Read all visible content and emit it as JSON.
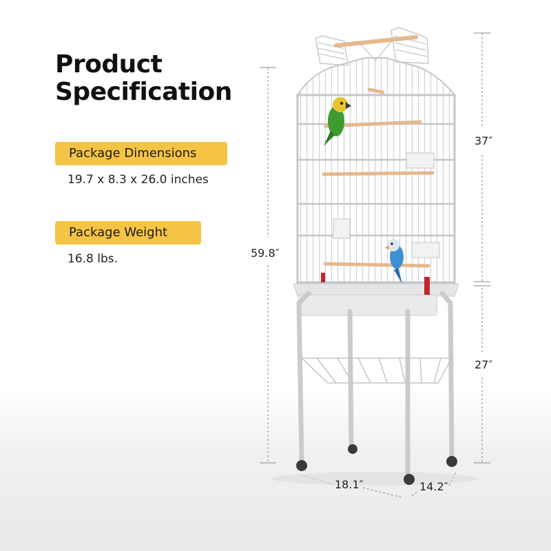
{
  "heading": {
    "line1": "Product",
    "line2": "Specification"
  },
  "specs": [
    {
      "label": "Package Dimensions",
      "value": "19.7 x 8.3 x 26.0 inches"
    },
    {
      "label": "Package Weight",
      "value": "16.8 lbs."
    }
  ],
  "dimensions": {
    "total_height": "59.8″",
    "cage_height": "37″",
    "stand_height": "27″",
    "width": "18.1″",
    "depth": "14.2″"
  },
  "colors": {
    "badge": "#f6c445",
    "cage": "#e8e8e8",
    "frame": "#c9cbcd",
    "perch": "#e4b98e",
    "guide_line": "#8a8a8a"
  },
  "icons": [
    "bird-cage-image",
    "green-parrot-image",
    "blue-budgie-image"
  ]
}
